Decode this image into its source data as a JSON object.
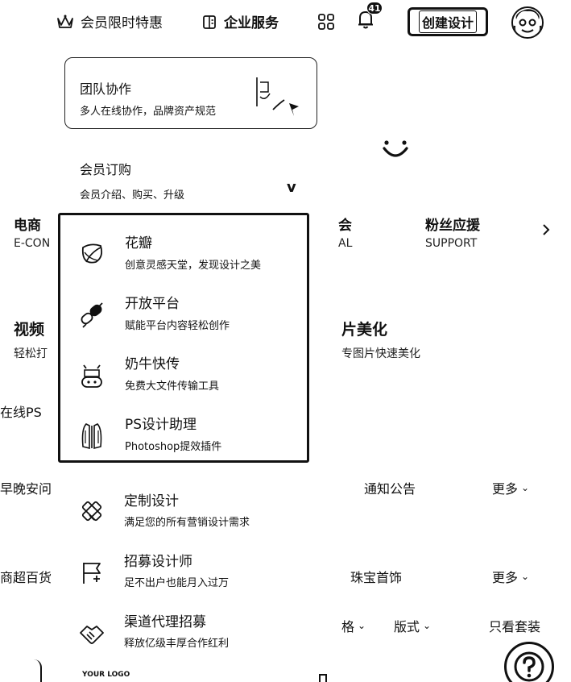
{
  "topbar": {
    "vip_offer": "会员限时特惠",
    "enterprise": "企业服务",
    "notification_count": "41",
    "create_button": "创建设计"
  },
  "team_card": {
    "title": "团队协作",
    "subtitle": "多人在线协作，品牌资产规范"
  },
  "membership": {
    "title": "会员订购",
    "subtitle": "会员介绍、购买、升级"
  },
  "products": [
    {
      "title": "花瓣",
      "subtitle": "创意灵感天堂，发现设计之美",
      "icon": "petal-icon"
    },
    {
      "title": "开放平台",
      "subtitle": "赋能平台内容轻松创作",
      "icon": "open-platform-icon"
    },
    {
      "title": "奶牛快传",
      "subtitle": "免费大文件传输工具",
      "icon": "cow-icon"
    },
    {
      "title": "PS设计助理",
      "subtitle": "Photoshop提效插件",
      "icon": "ps-assistant-icon"
    }
  ],
  "services": [
    {
      "title": "定制设计",
      "subtitle": "满足您的所有营销设计需求",
      "icon": "custom-design-icon"
    },
    {
      "title": "招募设计师",
      "subtitle": "足不出户也能月入过万",
      "icon": "recruit-flag-icon"
    },
    {
      "title": "渠道代理招募",
      "subtitle": "释放亿级丰厚合作红利",
      "icon": "handshake-icon"
    }
  ],
  "background": {
    "cat_left_title": "电商",
    "cat_left_sub": "E-CON",
    "cat_mid_title_frag": "会",
    "cat_mid_sub_frag": "AL",
    "cat_right_title": "粉丝应援",
    "cat_right_sub": "SUPPORT",
    "video_title_frag": "视频",
    "video_sub_frag": "轻松打",
    "photo_title_frag": "片美化",
    "photo_sub_frag": "专图片快速美化",
    "online_ps": "在线PS",
    "row1_left": "早晚安问",
    "row1_tab": "通知公告",
    "more1": "更多",
    "row2_left": "商超百货",
    "row2_tab": "珠宝首饰",
    "more2": "更多",
    "filter_price_frag": "格",
    "filter_layout": "版式",
    "only_sets": "只看套装",
    "logo_text": "YOUR LOGO"
  }
}
